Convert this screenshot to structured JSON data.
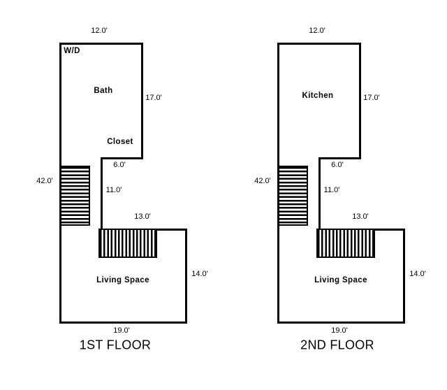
{
  "figure": {
    "type": "floor-plan-pair",
    "background": "#ffffff",
    "wall_color": "#000000"
  },
  "floors": [
    {
      "title": "1ST FLOOR",
      "rooms": {
        "top_left": "W/D",
        "main": "Bath",
        "closet": "Closet",
        "living": "Living Space"
      },
      "dims": {
        "top": "12.0'",
        "right_upper": "17.0'",
        "notch": "6.0'",
        "left": "42.0'",
        "corridor": "11.0'",
        "mid": "13.0'",
        "right_lower": "14.0'",
        "bottom": "19.0'"
      }
    },
    {
      "title": "2ND FLOOR",
      "rooms": {
        "main": "Kitchen",
        "living": "Living Space"
      },
      "dims": {
        "top": "12.0'",
        "right_upper": "17.0'",
        "notch": "6.0'",
        "left": "42.0'",
        "corridor": "11.0'",
        "mid": "13.0'",
        "right_lower": "14.0'",
        "bottom": "19.0'"
      }
    }
  ]
}
